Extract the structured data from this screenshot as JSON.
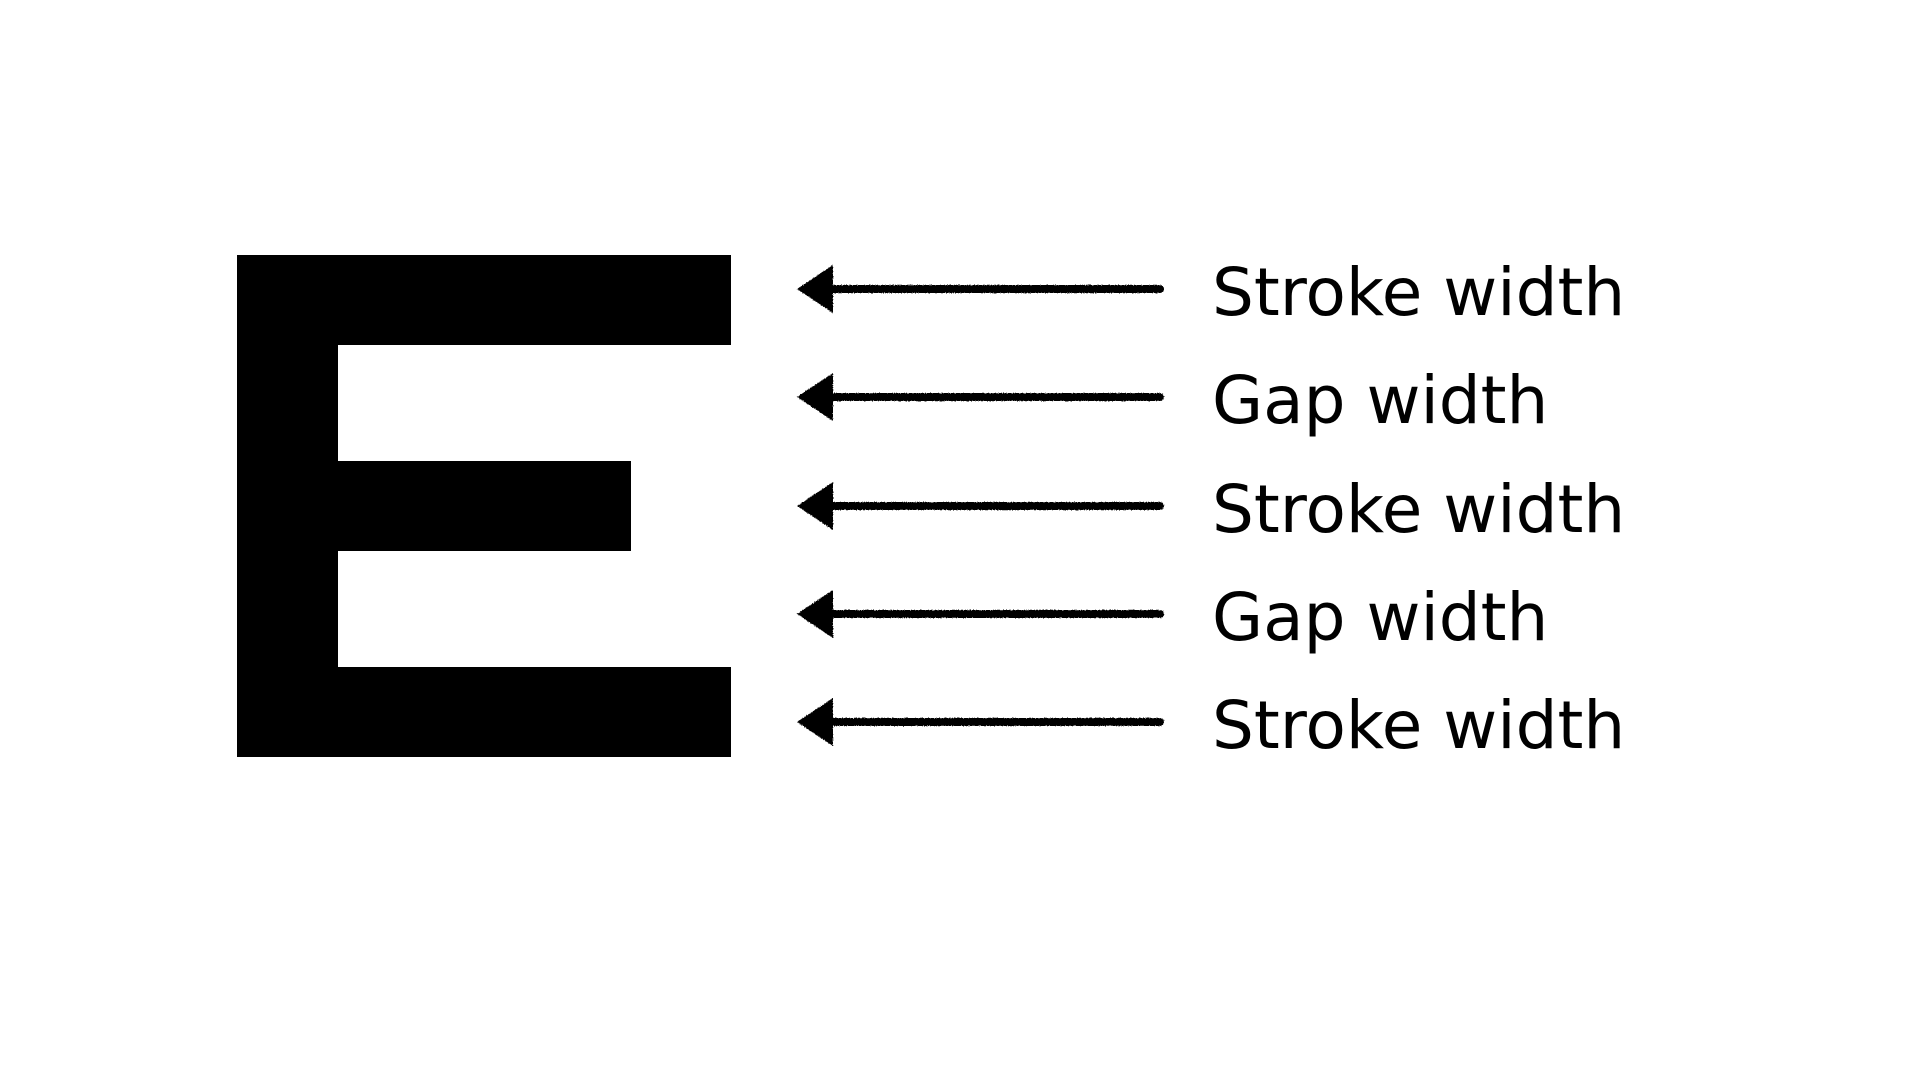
{
  "colors": {
    "ink": "#000000",
    "background": "#ffffff"
  },
  "labels": [
    {
      "text": "Stroke width"
    },
    {
      "text": "Gap width"
    },
    {
      "text": "Stroke width"
    },
    {
      "text": "Gap width"
    },
    {
      "text": "Stroke width"
    }
  ]
}
